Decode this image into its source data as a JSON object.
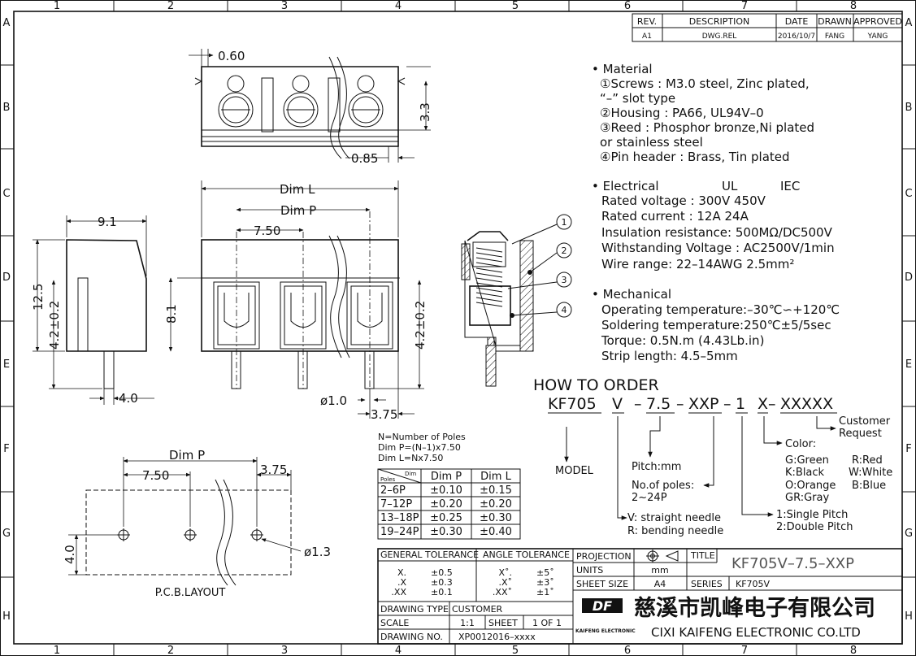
{
  "frame": {
    "columns": [
      "1",
      "2",
      "3",
      "4",
      "5",
      "6",
      "7",
      "8"
    ],
    "rows": [
      "A",
      "B",
      "C",
      "D",
      "E",
      "F",
      "G",
      "H"
    ]
  },
  "revision_table": {
    "headers": [
      "REV.",
      "DESCRIPTION",
      "DATE",
      "DRAWN",
      "APPROVED"
    ],
    "row": [
      "A1",
      "DWG.REL",
      "2016/10/7",
      "FANG",
      "YANG"
    ]
  },
  "top_view": {
    "dim_060": "0.60",
    "dim_33": "3.3",
    "dim_085": "0.85"
  },
  "front_view": {
    "dim_L": "Dim  L",
    "dim_P": "Dim  P",
    "pitch": "7.50",
    "height": "8.1",
    "pin_h": "4.2±0.2",
    "pin_d": "ø1.0",
    "edge": "3.75"
  },
  "side_view": {
    "width": "9.1",
    "height": "12.5",
    "pin_h": "4.2±0.2",
    "pin_off": "4.0"
  },
  "cross_section": {
    "callouts": [
      "1",
      "2",
      "3",
      "4"
    ]
  },
  "specs": {
    "material_title": "Material",
    "material": [
      "①Screws : M3.0 steel, Zinc plated,",
      "  “–” slot type",
      "②Housing : PA66, UL94V–0",
      "③Reed : Phosphor bronze,Ni plated",
      "  or stainless steel",
      "④Pin header : Brass, Tin plated"
    ],
    "electrical_title": "Electrical",
    "electrical_cols": [
      "UL",
      "IEC"
    ],
    "electrical": [
      "Rated voltage : 300V      450V",
      "Rated current : 12A        24A",
      "Insulation resistance: 500MΩ/DC500V",
      "Withstanding Voltage : AC2500V/1min",
      "Wire range: 22–14AWG   2.5mm²"
    ],
    "mechanical_title": "Mechanical",
    "mechanical": [
      "Operating temperature:–30℃∽+120℃",
      "Soldering temperature:250℃±5/5sec",
      "Torque: 0.5N.m (4.43Lb.in)",
      "Strip length: 4.5–5mm"
    ]
  },
  "order": {
    "title": "HOW TO ORDER",
    "parts": [
      "KF705",
      "V",
      "7.5",
      "XXP",
      "1",
      "X",
      "XXXXX"
    ],
    "model": "MODEL",
    "pitch": "Pitch:mm",
    "poles": [
      "No.of poles:",
      "2~24P"
    ],
    "needle": [
      "V: straight needle",
      "R: bending needle"
    ],
    "pitch_type": [
      "1:Single Pitch",
      "2:Double Pitch"
    ],
    "color_title": "Color:",
    "colors": [
      "G:Green",
      "R:Red",
      "K:Black",
      "W:White",
      "O:Orange",
      "B:Blue",
      "GR:Gray"
    ],
    "customer": [
      "Customer",
      "Request"
    ]
  },
  "poles_note": [
    "N=Number of Poles",
    "Dim  P=(N–1)x7.50",
    "Dim  L=Nx7.50"
  ],
  "tolerance_table": {
    "corner_top": "Dim",
    "corner_bottom": "Poles",
    "headers": [
      "Dim  P",
      "Dim  L"
    ],
    "rows": [
      [
        "2–6P",
        "±0.10",
        "±0.15"
      ],
      [
        "7–12P",
        "±0.20",
        "±0.20"
      ],
      [
        "13–18P",
        "±0.25",
        "±0.30"
      ],
      [
        "19–24P",
        "±0.30",
        "±0.40"
      ]
    ]
  },
  "pcb": {
    "dim_P": "Dim  P",
    "pitch": "7.50",
    "edge": "3.75",
    "height": "4.0",
    "hole": "ø1.3",
    "title": "P.C.B.LAYOUT"
  },
  "title_block": {
    "general_tolerance": "GENERAL TOLERANCE",
    "angle_tolerance": "ANGLE TOLERANCE",
    "gt_rows": [
      [
        "X.",
        "±0.5"
      ],
      [
        ".X",
        "±0.3"
      ],
      [
        ".XX",
        "±0.1"
      ]
    ],
    "at_rows": [
      [
        "X˚.",
        "±5˚"
      ],
      [
        ".X˚",
        "±3˚"
      ],
      [
        ".XX˚",
        "±1˚"
      ]
    ],
    "projection": "PROJECTION",
    "units": "UNITS",
    "units_val": "mm",
    "sheet_size": "SHEET SIZE",
    "sheet_size_val": "A4",
    "title_label": "TITLE",
    "title_val": "KF705V–7.5–XXP",
    "series_label": "SERIES",
    "series_val": "KF705V",
    "drawing_type": "DRAWING TYPE",
    "drawing_type_val": "CUSTOMER",
    "scale": "SCALE",
    "scale_val": "1:1",
    "sheet": "SHEET",
    "sheet_val": "1 OF 1",
    "drawing_no": "DRAWING NO.",
    "drawing_no_val": "XP0012016–xxxx",
    "logo_text": "DF",
    "logo_sub": "KAIFENG ELECTRONIC",
    "company_cn": "慈溪市凯峰电子有限公司",
    "company_en": "CIXI KAIFENG ELECTRONIC CO.LTD"
  }
}
